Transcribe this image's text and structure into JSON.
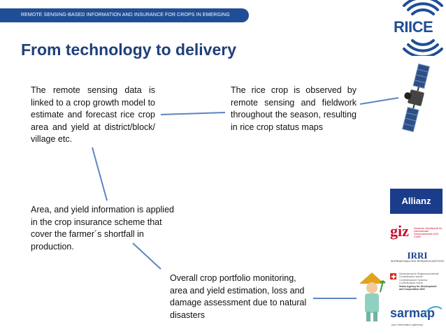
{
  "header": {
    "banner_text": "REMOTE SENSING-BASED INFORMATION AND INSURANCE FOR CROPS IN EMERGING ECONOMIES",
    "logo_text": "RIICE"
  },
  "slide": {
    "title": "From technology to delivery",
    "box1": "The remote sensing data is linked to a crop growth model to estimate and forecast rice crop area and yield at district/block/ village etc.",
    "box2": "The rice crop is observed by remote sensing and fieldwork throughout the season, resulting in rice crop status maps",
    "box3_lines": [
      "Area, and yield information is applied",
      "in the crop insurance scheme that",
      "cover the farmer´s shortfall in",
      "production."
    ],
    "box4_lines": [
      "Overall crop portfolio monitoring,",
      "area and yield estimation, loss and",
      "damage assessment due to natural",
      "disasters"
    ]
  },
  "partners": {
    "allianz": "Allianz",
    "giz": "giz",
    "giz_small": "Deutsche Gesellschaft für Internationale Zusammenarbeit (GIZ) GmbH",
    "irri": "IRRI",
    "irri_small": "INTERNATIONAL RICE RESEARCH INSTITUTE",
    "swiss_lines": [
      "Schweizerische Eidgenossenschaft",
      "Confédération suisse",
      "Confederazione Svizzera",
      "Confederaziun svizra",
      "Swiss Agency for Development",
      "and Cooperation SDC"
    ],
    "sarmap": "sarmap",
    "sarmap_small": "your information gateway"
  },
  "colors": {
    "brand_blue": "#1f4e96",
    "title_blue": "#1f3f7a",
    "connector": "#5b86c0"
  }
}
